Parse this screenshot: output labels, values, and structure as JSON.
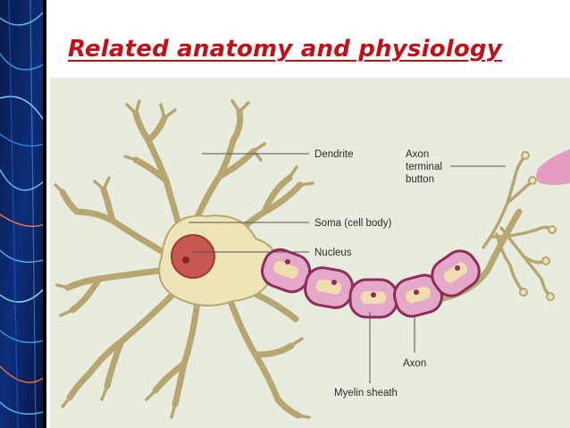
{
  "slide": {
    "title": "Related anatomy and physiology"
  },
  "figure": {
    "labels": {
      "dendrite": "Dendrite",
      "axon_terminal_line1": "Axon",
      "axon_terminal_line2": "terminal",
      "axon_terminal_line3": "button",
      "soma": "Soma (cell body)",
      "nucleus": "Nucleus",
      "axon": "Axon",
      "myelin": "Myelin sheath"
    },
    "colors": {
      "panel_background": "#e8ecdf",
      "cell_body": "#efe3b8",
      "cell_outline": "#b8a670",
      "nucleus": "#c8574f",
      "myelin": "#e4a9c8",
      "myelin_outline": "#8e2c5c",
      "title": "#c0101a"
    }
  }
}
